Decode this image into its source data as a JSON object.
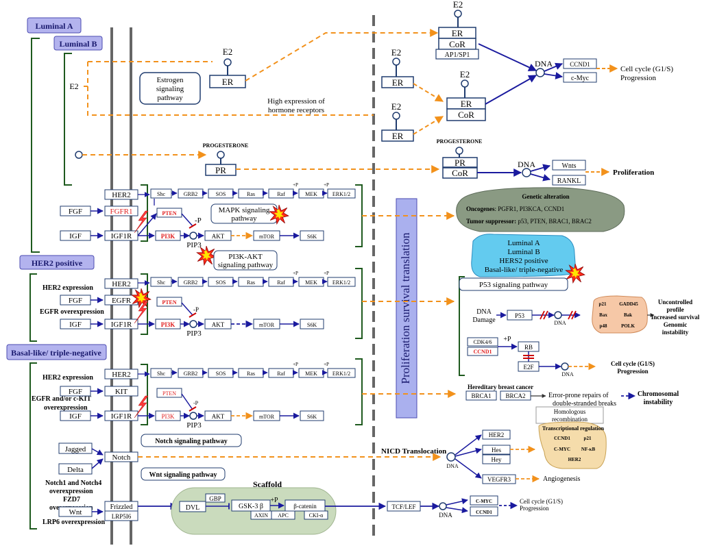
{
  "subtypes": {
    "luminal_a": "Luminal A",
    "luminal_b": "Luminal B",
    "her2_positive": "HER2 positive",
    "basal": "Basal-like/ triple-negative"
  },
  "left_labels": {
    "her2_expression": "HER2 expression",
    "egfr_overexpression": "EGFR overexpression",
    "her2_expression_2": "HER2 expression",
    "egfr_ckit_1": "EGFR and/or c-KIT",
    "egfr_ckit_2": "overexpression",
    "notch_1": "Notch1 and Notch4",
    "notch_2": "overexpression",
    "fzd7_1": "FZD7",
    "fzd7_2": "overexpression",
    "lrp6": "LRP6 overexpression"
  },
  "nodes": {
    "e2": "E2",
    "er": "ER",
    "cor": "CoR",
    "ap1": "AP1/SP1",
    "dna": "DNA",
    "ccnd1": "CCND1",
    "cmyc": "c-Myc",
    "progesterone": "PROGESTERONE",
    "pr": "PR",
    "wnts": "Wnts",
    "rankl": "RANKL",
    "her2": "HER2",
    "fgfr1": "FGFR1",
    "fgf": "FGF",
    "igf": "IGF",
    "igf1r": "IGF1R",
    "egfr": "EGFR",
    "kit": "KIT",
    "shc": "Shc",
    "grb2": "GRB2",
    "sos": "SOS",
    "ras": "Ras",
    "raf": "Raf",
    "mek": "MEK",
    "erk": "ERK1/2",
    "plusp": "+P",
    "minusp": "-P",
    "pten": "PTEN",
    "pi3k": "PI3K",
    "pip3": "PIP3",
    "akt": "AKT",
    "mtor": "mTOR",
    "s6k": "S6K",
    "jagged": "Jagged",
    "delta": "Delta",
    "notch": "Notch",
    "wnt": "Wnt",
    "frizzled": "Frizzled",
    "lrp5": "LRP5I6",
    "dvl": "DVL",
    "gbp": "GBP",
    "gsk": "GSK-3 β",
    "bcat": "β-catenin",
    "axin": "AXIN",
    "apc": "APC",
    "cki": "CKI-α",
    "tcf": "TCF/LEF",
    "cmyc_caps": "C-MYC",
    "p53": "P53",
    "cdk": "CDK4/6",
    "rb": "RB",
    "e2f": "E2F",
    "brca1": "BRCA1",
    "brca2": "BRCA2",
    "hes": "Hes",
    "hey": "Hey",
    "vegfr3": "VEGFR3"
  },
  "pathways": {
    "estrogen_1": "Estrogen",
    "estrogen_2": "signaling",
    "estrogen_3": "pathway",
    "high_expr_1": "High expression of",
    "high_expr_2": "hormone receptors",
    "mapk_1": "MAPK signaling",
    "mapk_2": "pathway",
    "pi3k_1": "PI3K-AKT",
    "pi3k_2": "signaling pathway",
    "notch": "Notch signaling pathway",
    "wnt": "Wnt signaling pathway",
    "scaffold": "Scaffold",
    "nicd": "NICD Translocation",
    "center_banner": "Proliferation survival translation",
    "p53_pathway": "P53 signaling pathway"
  },
  "outcomes": {
    "cell_cycle_1": "Cell cycle (G1/S)",
    "cell_cycle_2": "Progression",
    "proliferation": "Proliferation",
    "dna_damage_1": "DNA",
    "dna_damage_2": "Damage",
    "uncontrolled_1": "Uncontrolled",
    "uncontrolled_2": "profile",
    "uncontrolled_3": "Increased survival",
    "uncontrolled_4": "Genomic",
    "uncontrolled_5": "instability",
    "hereditary": "Hereditary breast cancer",
    "error_prone_1": "Error-prone repairs of",
    "error_prone_2": "double-stranded breaks",
    "chromosomal_1": "Chromosomal",
    "chromosomal_2": "instability",
    "homologous_1": "Homologous",
    "homologous_2": "recombination",
    "angiogenesis": "Angiogenesis"
  },
  "genetic_alteration": {
    "title": "Genetic alteration",
    "oncogenes_label": "Oncogenes",
    "oncogenes_value": ": PGFR1, PI3KCA, CCND1",
    "suppressor_label": "Tumor suppressor:",
    "suppressor_value": " p53, PTEN, BRAC1, BRAC2"
  },
  "subtype_bubble": {
    "line1": "Luminal A",
    "line2": "Luminal B",
    "line3": "HERS2 positive",
    "line4": "Basal-like/ triple-negative"
  },
  "p53_targets": [
    "p21",
    "GADD45",
    "Bax",
    "Bak",
    "p48",
    "POLK"
  ],
  "transcriptional": {
    "title": "Transcriptional regulation",
    "ccnd1": "CCND1",
    "p21": "p21",
    "cmyc": "C-MYC",
    "nfkb": "NF-κB",
    "her2": "HER2"
  },
  "colors": {
    "navy": "#1f3b6e",
    "arrow_blue": "#1a1a9e",
    "orange": "#f2911b",
    "gene_red": "#e02020",
    "genetic_fill": "#8a9a83",
    "subtype_fill": "#63cbef",
    "p53_fill": "#f6c8a7",
    "trans_fill": "#f5dcab",
    "scaffold_fill": "#cadbbd"
  }
}
